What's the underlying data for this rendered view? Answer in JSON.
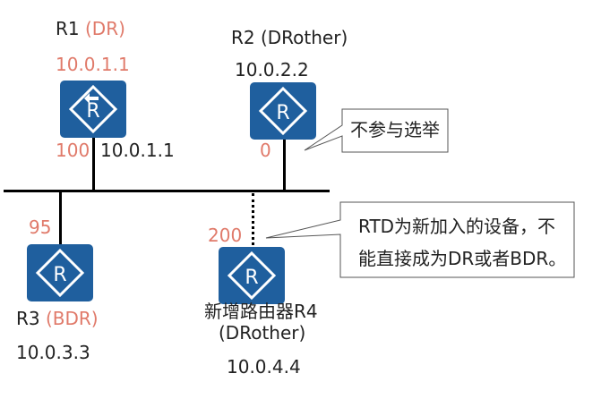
{
  "colors": {
    "router": "#1f5f9e",
    "highlight": "#e07a6a"
  },
  "routers": {
    "r1": {
      "name": "R1",
      "role": "(DR)",
      "router_id": "10.0.1.1",
      "priority": "100",
      "interface_ip": "10.0.1.1",
      "icon": "router-icon"
    },
    "r2": {
      "name": "R2 (DRother)",
      "router_id": "10.0.2.2",
      "priority": "0",
      "icon": "router-icon"
    },
    "r3": {
      "name": "R3",
      "role": "(BDR)",
      "router_id": "10.0.3.3",
      "priority": "95",
      "icon": "router-icon"
    },
    "r4": {
      "name_line1": "新增路由器R4",
      "name_line2": "(DRother)",
      "router_id": "10.0.4.4",
      "priority": "200",
      "icon": "router-icon"
    }
  },
  "callouts": {
    "no_election": "不参与选举",
    "rtd_line1": "RTD为新加入的设备，不",
    "rtd_line2": "能直接成为DR或者BDR。"
  }
}
